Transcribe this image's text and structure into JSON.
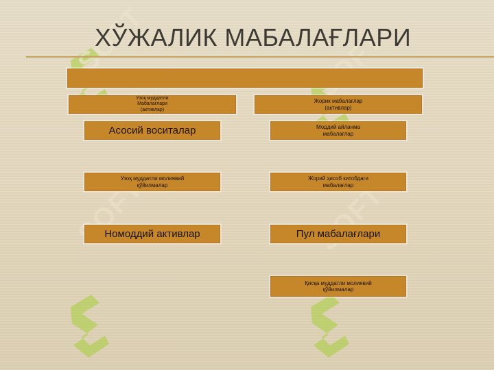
{
  "slide": {
    "title": "ХЎЖАЛИК МАБАЛАҒЛАРИ",
    "watermark_text": "SOFT",
    "watermark_icon": "soft-logo-icon",
    "colors": {
      "box": "#c6862a",
      "rule": "#c7a35f",
      "watermark": "#a6cf3a",
      "background": "#e4d9c0"
    }
  },
  "diagram": {
    "top_box": "",
    "left_header": "Узоқ муддатли\nМабалағлари\n(активлар)",
    "right_header": "Жорик мабалағлар\n(активлар)",
    "left_items": [
      "Асосий воситалар",
      "Узоқ муддатли молиявий\nқўйилмалар",
      "Номоддий активлар"
    ],
    "right_items": [
      "Моддий айланма\nмабалағлар",
      "Жорий ҳисоб китобдаги\nмабалағлар",
      "Пул мабалағлари",
      "Қисқа муддатли молиявий\nқўйилмалар"
    ]
  }
}
